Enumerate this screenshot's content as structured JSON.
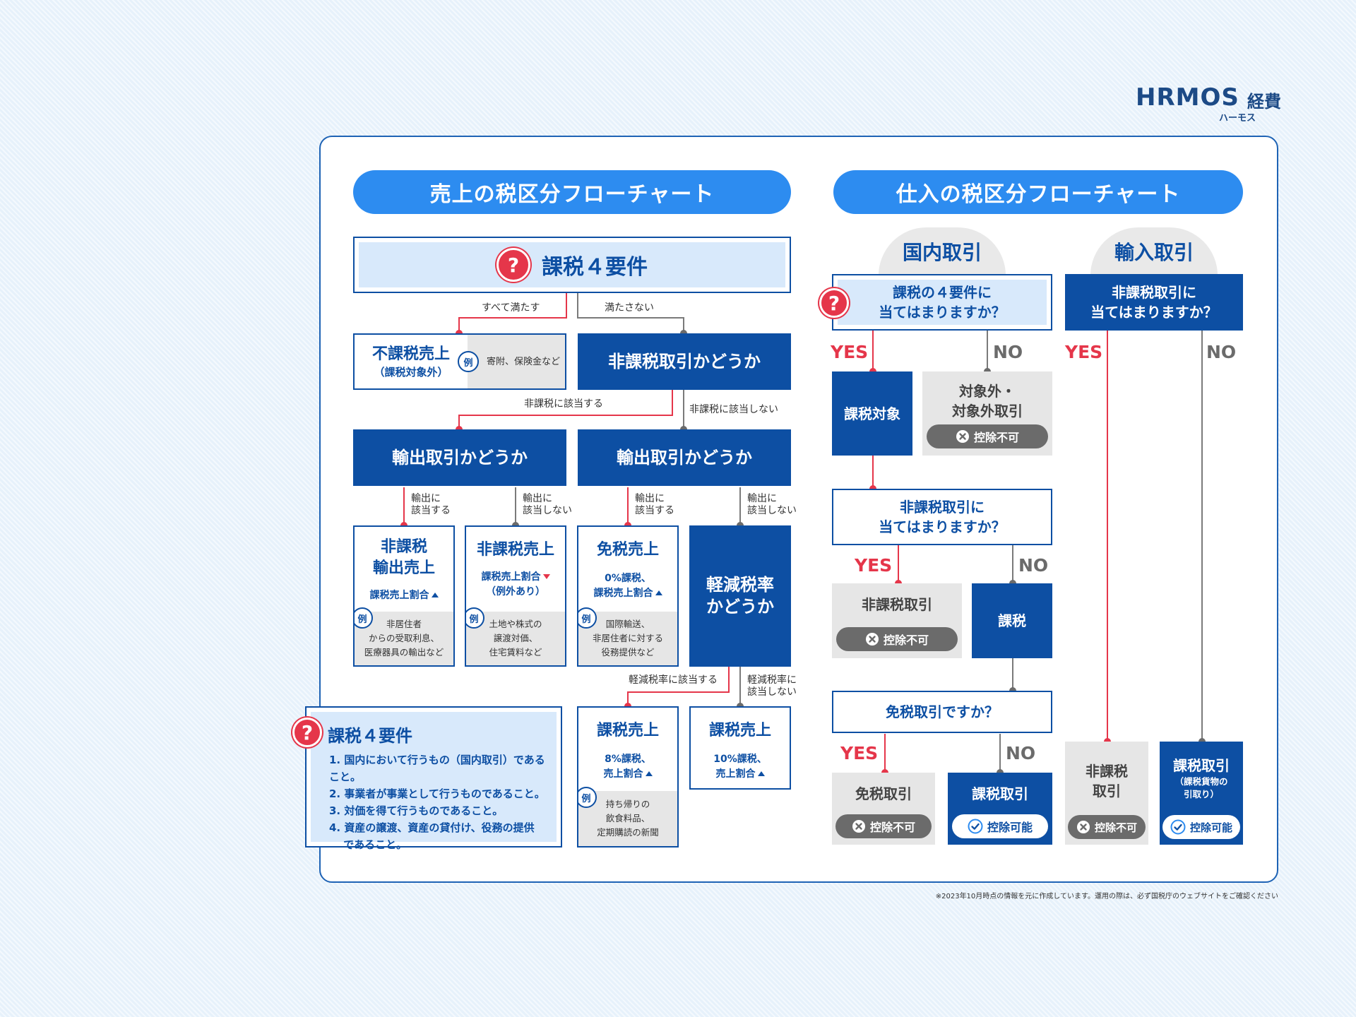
{
  "brand": {
    "logo": "HRMOS",
    "product": "経費",
    "kana": "ハーモス"
  },
  "sales": {
    "title": "売上の税区分フローチャート",
    "req_title": "課税４要件",
    "edge_all": "すべて満たす",
    "edge_not": "満たさない",
    "fukazei": {
      "title": "不課税売上",
      "sub": "（課税対象外）",
      "ex": "寄附、保険金など"
    },
    "hikazei_q": "非課税取引かどうか",
    "edge_hikazei_yes": "非課税に該当する",
    "edge_hikazei_no": "非課税に該当しない",
    "export_q": "輸出取引かどうか",
    "edge_export_yes": "輸出に\n該当する",
    "edge_export_no": "輸出に\n該当しない",
    "hikazei_export": {
      "title1": "非課税",
      "title2": "輸出売上",
      "sub": "課税売上割合",
      "ex": "非居住者\nからの受取利息、\n医療器具の輸出など"
    },
    "hikazei_sales": {
      "title": "非課税売上",
      "sub1": "課税売上割合",
      "sub2": "（例外あり）",
      "ex": "土地や株式の\n譲渡対価、\n住宅賃料など"
    },
    "menzei": {
      "title": "免税売上",
      "sub1": "0%課税、",
      "sub2": "課税売上割合",
      "ex": "国際輸送、\n非居住者に対する\n役務提供など"
    },
    "keigen_q1": "軽減税率",
    "keigen_q2": "かどうか",
    "edge_keigen_yes": "軽減税率に該当する",
    "edge_keigen_no": "軽減税率に\n該当しない",
    "kazei8": {
      "title": "課税売上",
      "sub1": "8%課税、",
      "sub2": "売上割合",
      "ex": "持ち帰りの\n飲食料品、\n定期購読の新聞"
    },
    "kazei10": {
      "title": "課税売上",
      "sub1": "10%課税、",
      "sub2": "売上割合"
    },
    "reqs_title": "課税４要件",
    "reqs": "1. 国内において行うもの（国内取引）であること。\n2. 事業者が事業として行うものであること。\n3. 対価を得て行うものであること。\n4. 資産の譲渡、資産の貸付け、役務の提供\n　 であること。",
    "example_mark": "例"
  },
  "purchase": {
    "title": "仕入の税区分フローチャート",
    "domestic": "国内取引",
    "import": "輸入取引",
    "q1_l1": "課税の４要件に",
    "q1_l2": "当てはまりますか？",
    "q_import_l1": "非課税取引に",
    "q_import_l2": "当てはまりますか？",
    "yes": "YES",
    "no": "NO",
    "kazei_taisho": "課税対象",
    "taishogai_l1": "対象外・",
    "taishogai_l2": "対象外取引",
    "q2_l1": "非課税取引に",
    "q2_l2": "当てはまりますか？",
    "hikazei": "非課税取引",
    "kazei": "課税",
    "q3": "免税取引ですか？",
    "menzei": "免税取引",
    "kazei_torihiki": "課税取引",
    "imp_hikazei_l1": "非課税",
    "imp_hikazei_l2": "取引",
    "imp_kazei": "課税取引",
    "imp_kazei_sub1": "（課税貨物の",
    "imp_kazei_sub2": "引取り）",
    "deduct_no": "控除不可",
    "deduct_ok": "控除可能"
  },
  "footnote": "※2023年10月時点の情報を元に作成しています。運用の際は、必ず国税庁のウェブサイトをご確認ください",
  "colors": {
    "navy": "#0d4fa3",
    "accent": "#2d8cf0",
    "red": "#e5364a",
    "gray": "#6b6b6b"
  },
  "icons": [
    "question-icon",
    "arrow-up-icon",
    "arrow-down-icon",
    "cross-icon",
    "check-icon"
  ]
}
